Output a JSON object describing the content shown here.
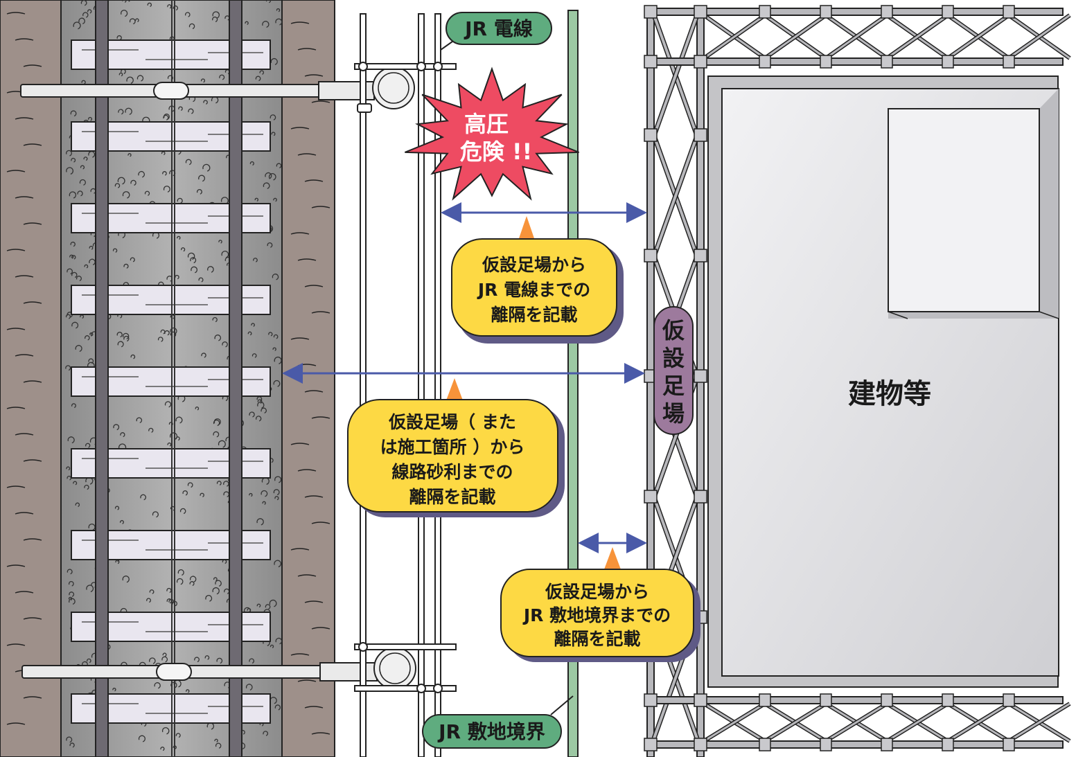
{
  "labels": {
    "jr_wire": "JR 電線",
    "jr_boundary": "JR 敷地境界",
    "danger_line1": "高圧",
    "danger_line2": "危険 !!",
    "scaffold_chars": [
      "仮",
      "設",
      "足",
      "場"
    ],
    "building": "建物等"
  },
  "callouts": {
    "wire_distance": [
      "仮設足場から",
      "JR 電線までの",
      "離隔を記載"
    ],
    "ballast_distance": [
      "仮設足場（ また",
      "は施工箇所 ）から",
      "線路砂利までの",
      "離隔を記載"
    ],
    "boundary_distance": [
      "仮設足場から",
      "JR 敷地境界までの",
      "離隔を記載"
    ]
  },
  "colors": {
    "ground": "#9e908a",
    "ballast": "#9a9a9a",
    "sleeper": "#e9e6ef",
    "rail": "#6e6a72",
    "tag_green": "#5fac7f",
    "burst_red": "#ee4b62",
    "callout_yellow": "#fdd944",
    "callout_shadow": "#5f5a86",
    "pointer_orange": "#f7933a",
    "arrow_blue": "#4a5aa8",
    "scaffold_label_purple": "#9d7a9d",
    "boundary_green": "#9cc8a3",
    "building_gray": "#d9d9db"
  }
}
